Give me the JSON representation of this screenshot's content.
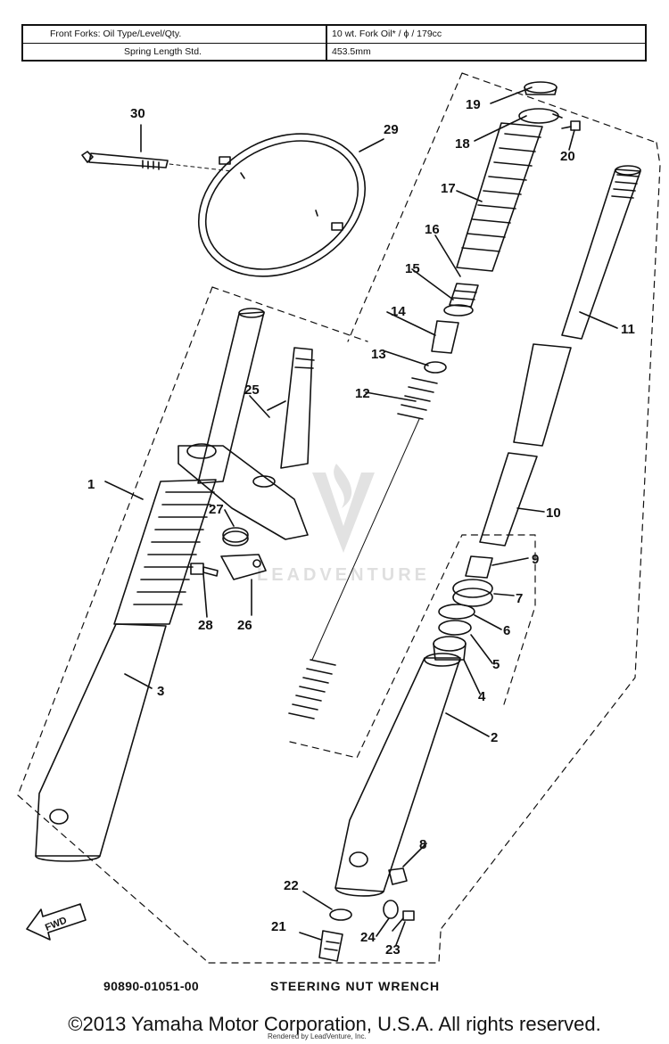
{
  "spec_table": {
    "row1": {
      "label": "Front Forks:   Oil Type/Level/Qty.",
      "value": "10 wt. Fork Oil* / ϕ / 179cc"
    },
    "row2": {
      "label": "Spring Length Std.",
      "value": "453.5mm"
    }
  },
  "callouts": [
    "1",
    "2",
    "3",
    "4",
    "5",
    "6",
    "7",
    "8",
    "9",
    "10",
    "11",
    "12",
    "13",
    "14",
    "15",
    "16",
    "17",
    "18",
    "19",
    "20",
    "21",
    "22",
    "23",
    "24",
    "25",
    "26",
    "27",
    "28",
    "29",
    "30"
  ],
  "fwd_label": "FWD",
  "tool": {
    "part_number": "90890-01051-00",
    "name": "STEERING NUT WRENCH"
  },
  "watermark": {
    "brand": "LEADVENTURE",
    "small": "Rendered by LeadVenture, Inc."
  },
  "copyright": "©2013 Yamaha Motor Corporation, U.S.A. All rights reserved."
}
